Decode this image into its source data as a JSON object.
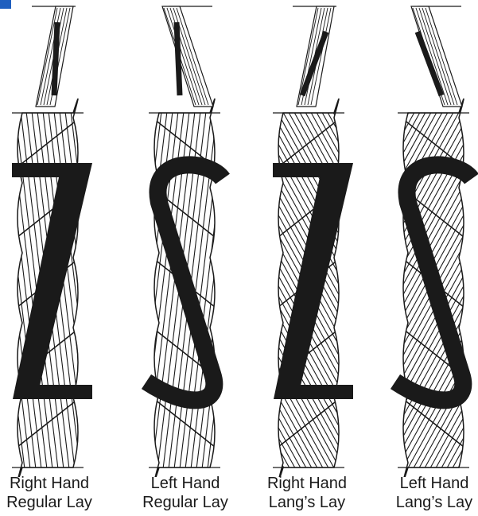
{
  "accent_color": "#1f5fbf",
  "ink_color": "#1a1a1a",
  "ropes": [
    {
      "id": "right-hand-regular-lay",
      "hand": "right",
      "lay": "regular",
      "line1": "Right Hand",
      "line2": "Regular Lay"
    },
    {
      "id": "left-hand-regular-lay",
      "hand": "left",
      "lay": "regular",
      "line1": "Left Hand",
      "line2": "Regular Lay"
    },
    {
      "id": "right-hand-langs-lay",
      "hand": "right",
      "lay": "langs",
      "line1": "Right Hand",
      "line2": "Lang’s Lay"
    },
    {
      "id": "left-hand-langs-lay",
      "hand": "left",
      "lay": "langs",
      "line1": "Left Hand",
      "line2": "Lang’s Lay"
    }
  ]
}
